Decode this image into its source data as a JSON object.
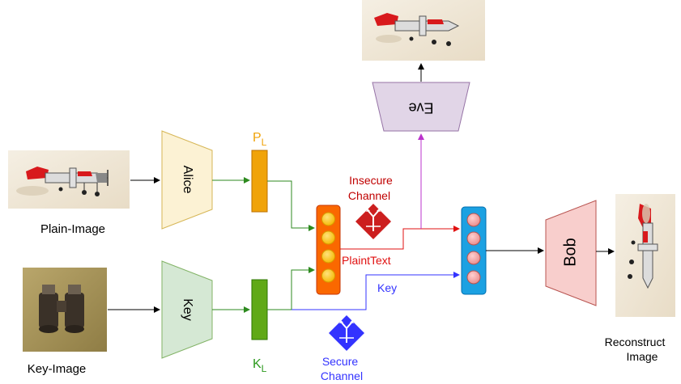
{
  "labels": {
    "plain_image": "Plain-Image",
    "key_image": "Key-Image",
    "alice": "Alice",
    "key_block": "Key",
    "eve": "Eve",
    "bob": "Bob",
    "pl_main": "P",
    "pl_sub": "L",
    "kl_main": "K",
    "kl_sub": "L",
    "insecure_line1": "Insecure",
    "insecure_line2": "Channel",
    "secure_line1": "Secure",
    "secure_line2": "Channel",
    "plaintext": "PlaintText",
    "key_wire": "Key",
    "reconstruct_line1": "Reconstruct",
    "reconstruct_line2": "Image"
  },
  "colors": {
    "alice_fill": "#fcf2d4",
    "key_fill": "#d5e8d4",
    "eve_fill": "#e1d5e7",
    "bob_fill": "#f8cecc",
    "pl_fill": "#f0a30a",
    "kl_fill": "#60a917",
    "insecure_red": "#c00000",
    "secure_blue": "#3333ff",
    "green_wire": "#2d8a1f",
    "purple_wire": "#bb33cc",
    "plaintext_red": "#e01010",
    "key_blue": "#3333ff"
  },
  "icons": [
    "airplane-image-icon",
    "binoculars-image-icon",
    "insecure-channel-icon",
    "secure-channel-icon"
  ]
}
